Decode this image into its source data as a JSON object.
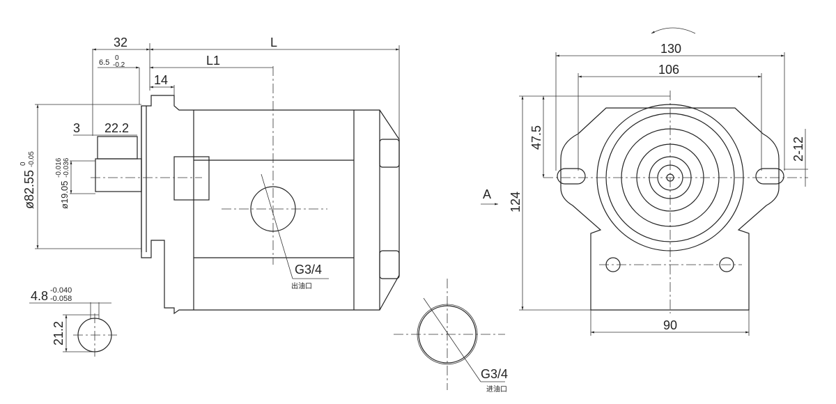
{
  "side_view": {
    "dim_32": "32",
    "dim_L": "L",
    "dim_6_5": "6.5",
    "dim_6_5_upper": "0",
    "dim_6_5_lower": "-0.2",
    "dim_L1": "L1",
    "dim_14": "14",
    "dim_3": "3",
    "dim_22_2": "22.2",
    "dim_82_55": "ø82.55",
    "dim_82_55_upper": "0",
    "dim_82_55_lower": "-0.05",
    "dim_19_05": "ø19.05",
    "dim_19_05_upper": "-0.016",
    "dim_19_05_lower": "-0.036",
    "outlet_thread": "G3/4",
    "outlet_label": "出油口"
  },
  "shaft_section": {
    "dim_4_8": "4.8",
    "dim_4_8_upper": "-0.040",
    "dim_4_8_lower": "-0.058",
    "dim_21_2": "21.2"
  },
  "inlet_port": {
    "thread": "G3/4",
    "label": "进油口"
  },
  "front_view": {
    "dim_130": "130",
    "dim_106": "106",
    "dim_47_5": "47.5",
    "dim_2_12": "2-12",
    "dim_124": "124",
    "dim_90": "90",
    "view_A": "A"
  }
}
